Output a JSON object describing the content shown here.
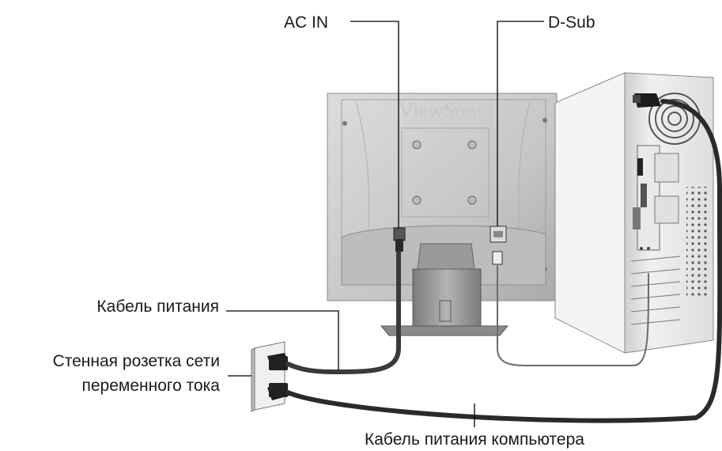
{
  "labels": {
    "ac_in": "AC IN",
    "d_sub": "D-Sub",
    "power_cable": "Кабель питания",
    "wall_outlet_line1": "Стенная розетка сети",
    "wall_outlet_line2": "переменного тока",
    "computer_power_cable": "Кабель питания компьютера"
  },
  "monitor": {
    "brand": "ViewSonic"
  },
  "icons": [
    "monitor-rear",
    "computer-tower",
    "wall-outlet",
    "power-plug",
    "vga-connector",
    "fan-grille"
  ],
  "colors": {
    "cable": "#2b2b2b",
    "monitor_body": "#cfcfcf",
    "tower_body": "#e6e6e6",
    "leader_line": "#000000"
  }
}
